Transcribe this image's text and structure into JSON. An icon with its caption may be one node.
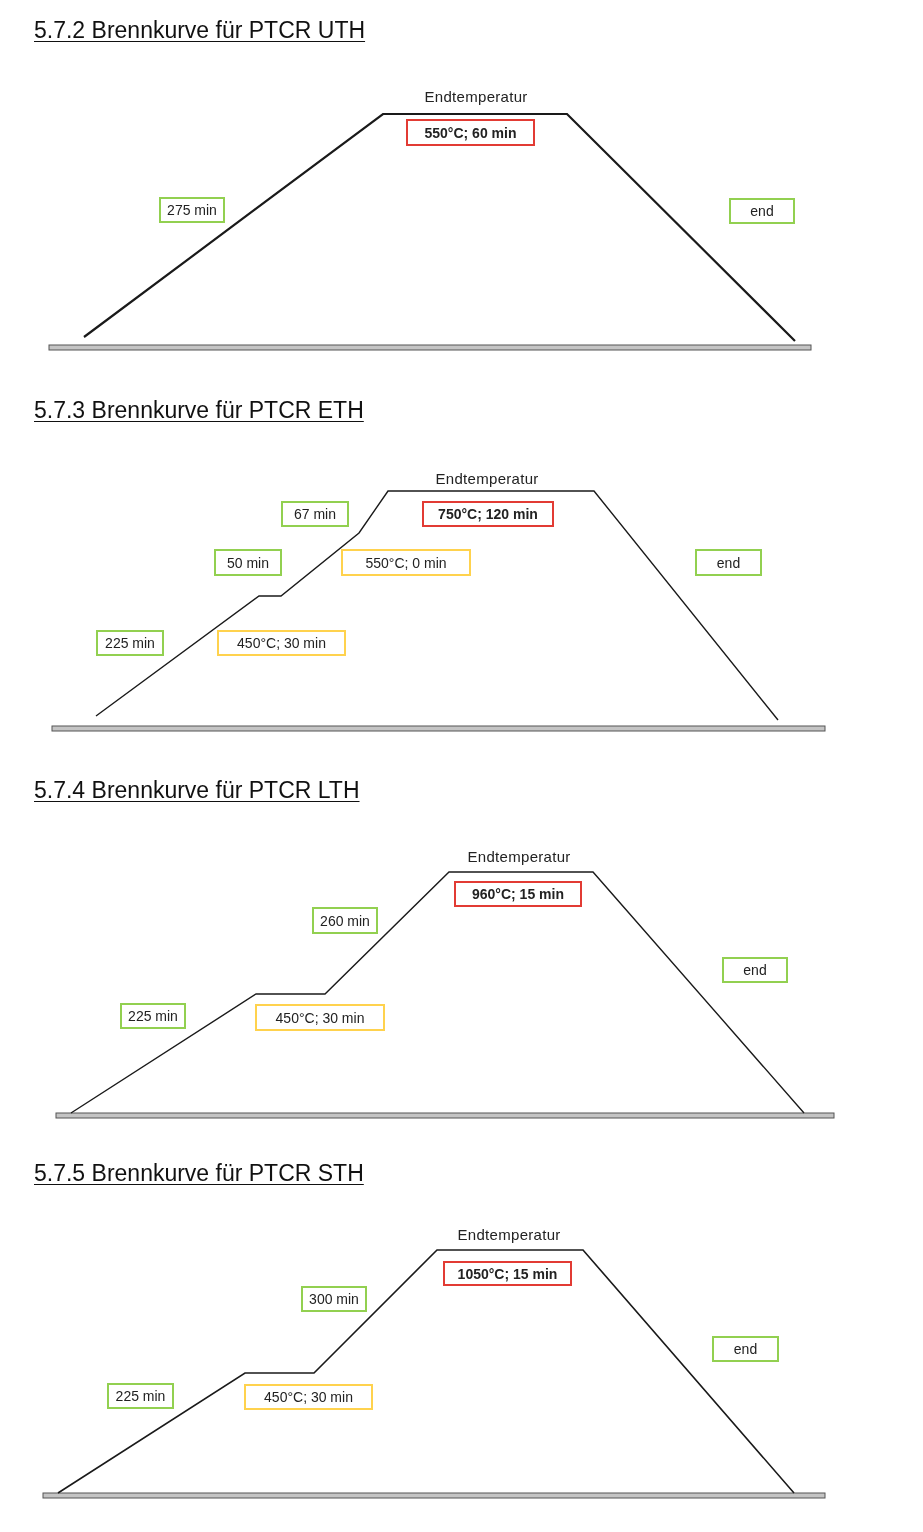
{
  "diagram": {
    "nodes": [
      {
        "text": [
          "550°C; 60 min"
        ]
      },
      {
        "text": [
          "275 min"
        ]
      },
      {
        "text": [
          "end"
        ]
      },
      {
        "text": [
          "67 min"
        ]
      },
      {
        "text": [
          "750°C; 120 min"
        ]
      },
      {
        "text": [
          "50 min"
        ]
      },
      {
        "text": [
          "550°C; 0 min"
        ]
      },
      {
        "text": [
          "end"
        ]
      },
      {
        "text": [
          "225 min"
        ]
      },
      {
        "text": [
          "450°C; 30 min"
        ]
      },
      {
        "text": [
          "960°C; 15 min"
        ]
      },
      {
        "text": [
          "260 min"
        ]
      },
      {
        "text": [
          "end"
        ]
      },
      {
        "text": [
          "225 min"
        ]
      },
      {
        "text": [
          "450°C; 30 min"
        ]
      },
      {
        "text": [
          "1050°C; 15 min"
        ]
      },
      {
        "text": [
          "300 min"
        ]
      },
      {
        "text": [
          "end"
        ]
      },
      {
        "text": [
          "225 min"
        ]
      },
      {
        "text": [
          "450°C; 30 min"
        ]
      }
    ],
    "labels": [
      "5.7.2 Brennkurve für PTCR UTH",
      "Endtemperatur",
      "5.7.3 Brennkurve für PTCR ETH",
      "Endtemperatur",
      "5.7.4 Brennkurve für PTCR LTH",
      "Endtemperatur",
      "5.7.5 Brennkurve für PTCR STH",
      "Endtemperatur"
    ]
  }
}
